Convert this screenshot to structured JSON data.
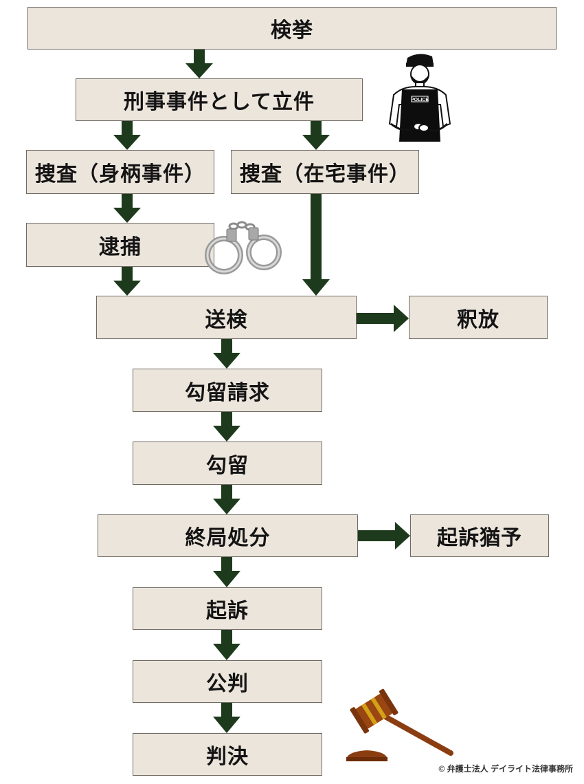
{
  "nodes": {
    "kenkyo": "検挙",
    "rikken": "刑事事件として立件",
    "sousa_mugara": "捜査（身柄事件）",
    "sousa_zaitaku": "捜査（在宅事件）",
    "taiho": "逮捕",
    "souken": "送検",
    "shakuhou": "釈放",
    "kouryu_seikyu": "勾留請求",
    "kouryu": "勾留",
    "shukyoku_shobun": "終局処分",
    "kiso_yuyo": "起訴猶予",
    "kiso": "起訴",
    "kouhan": "公判",
    "hanketsu": "判決"
  },
  "police_badge": "POLICE",
  "copyright": "© 弁護士法人 デイライト法律事務所",
  "colors": {
    "box_fill": "#ece5dc",
    "box_border": "#6f6a63",
    "arrow": "#1e3a1c"
  }
}
